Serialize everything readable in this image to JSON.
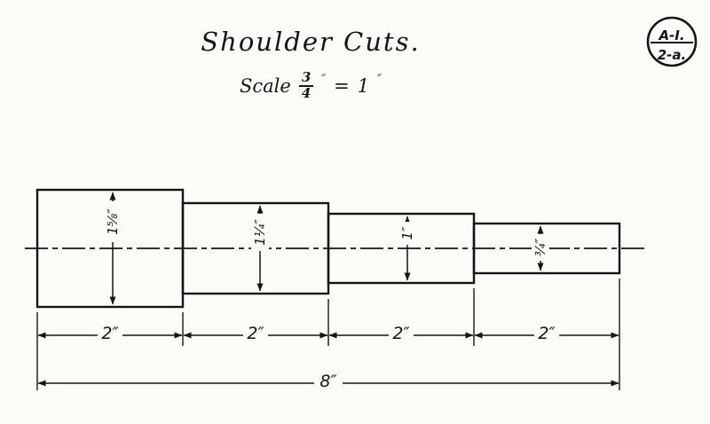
{
  "title": "Shoulder Cuts.",
  "scale": {
    "prefix": "Scale",
    "fraction_numerator": "3",
    "fraction_denominator": "4",
    "fraction_unit": "″",
    "equals": "=",
    "value": "1",
    "value_unit": "″"
  },
  "badge": {
    "top": "A-I.",
    "bottom": "2-a."
  },
  "drawing": {
    "diameters": [
      "1⅝″",
      "1¼″",
      "1″",
      "¾″"
    ],
    "segment_lengths": [
      "2″",
      "2″",
      "2″",
      "2″"
    ],
    "overall_length": "8″"
  }
}
